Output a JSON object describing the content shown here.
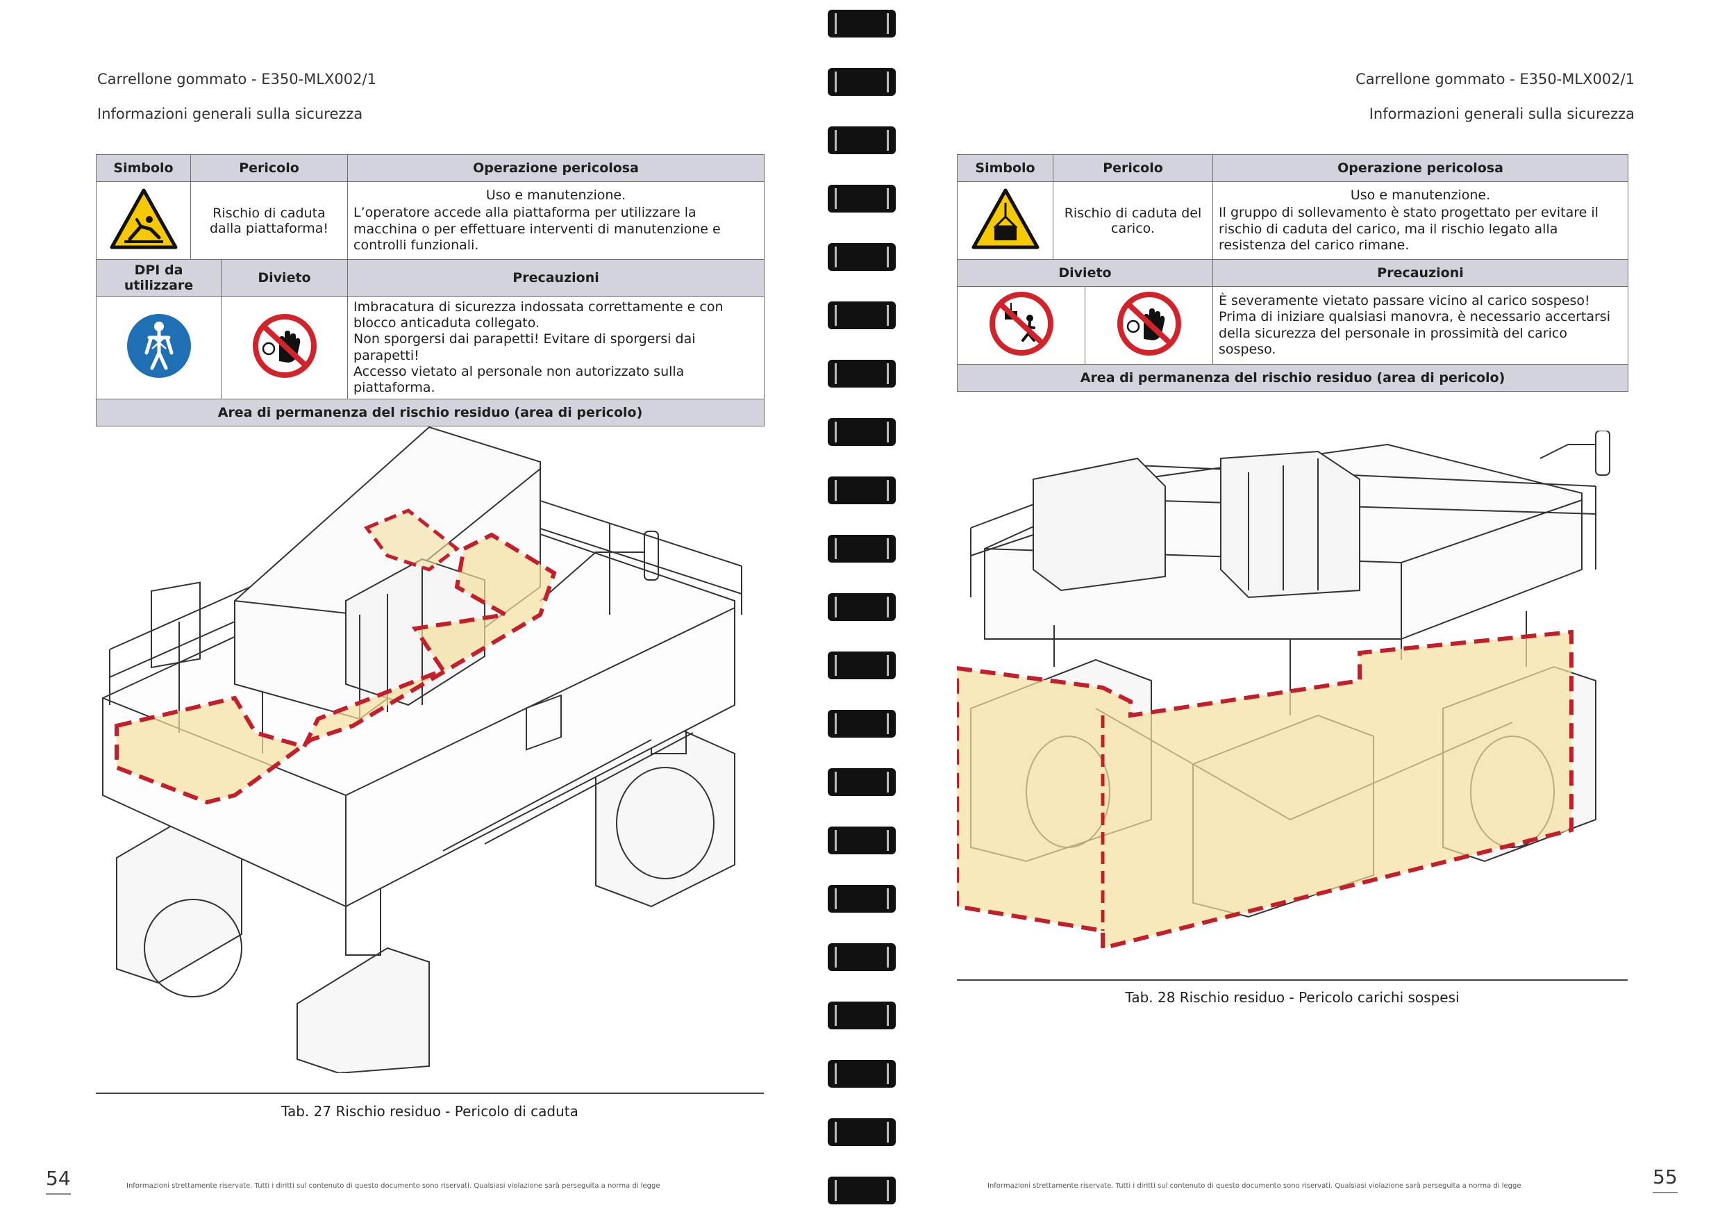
{
  "left": {
    "doc_title": "Carrellone gommato - E350-MLX002/1",
    "section": "Informazioni generali sulla sicurezza",
    "table": {
      "col_simbolo": "Simbolo",
      "col_pericolo": "Pericolo",
      "col_operazione": "Operazione pericolosa",
      "pericolo": "Rischio di caduta dalla piattaforma!",
      "operazione_title": "Uso e manutenzione.",
      "operazione_text": "L’operatore accede alla piattaforma per utilizzare la macchina o per effettuare interventi di manutenzione e controlli funzionali.",
      "col_dpi": "DPI da utilizzare",
      "col_divieto": "Divieto",
      "col_precauzioni": "Precauzioni",
      "precauzioni": [
        "Imbracatura di sicurezza indossata correttamente e con blocco anticaduta collegato.",
        "Non sporgersi dai parapetti! Evitare di sporgersi dai parapetti!",
        "Accesso vietato al personale non autorizzato sulla piattaforma."
      ],
      "area": "Area di permanenza del rischio residuo (area di pericolo)"
    },
    "caption": "Tab. 27  Rischio residuo - Pericolo di caduta",
    "page_number": "54",
    "footer": "Informazioni strettamente riservate. Tutti i diritti sul contenuto di questo documento sono riservati. Qualsiasi violazione sarà perseguita a norma di legge"
  },
  "right": {
    "doc_title": "Carrellone gommato - E350-MLX002/1",
    "section": "Informazioni generali sulla sicurezza",
    "table": {
      "col_simbolo": "Simbolo",
      "col_pericolo": "Pericolo",
      "col_operazione": "Operazione pericolosa",
      "pericolo": "Rischio di caduta del carico.",
      "operazione_title": "Uso e manutenzione.",
      "operazione_text": "Il gruppo di sollevamento è stato progettato per evitare il rischio di caduta del carico, ma il rischio legato alla resistenza del carico rimane.",
      "col_divieto": "Divieto",
      "col_precauzioni": "Precauzioni",
      "precauzioni": [
        "È severamente vietato passare vicino al carico sospeso!",
        "Prima di iniziare qualsiasi manovra, è necessario accertarsi della sicurezza del personale in prossimità del carico sospeso."
      ],
      "area": "Area di permanenza del rischio residuo (area di pericolo)"
    },
    "caption": "Tab. 28  Rischio residuo - Pericolo carichi sospesi",
    "page_number": "55",
    "footer": "Informazioni strettamente riservate. Tutti i diritti sul contenuto di questo documento sono riservati. Qualsiasi violazione sarà perseguita a norma di legge"
  },
  "colors": {
    "header_fill": "#d2d3dc",
    "hazard_yellow": "#f5c800",
    "danger_zone_fill": "#f3dfa0",
    "danger_zone_border": "#c41e2a",
    "mandatory_blue": "#1f6fb5",
    "prohibition_red": "#d2232a"
  }
}
